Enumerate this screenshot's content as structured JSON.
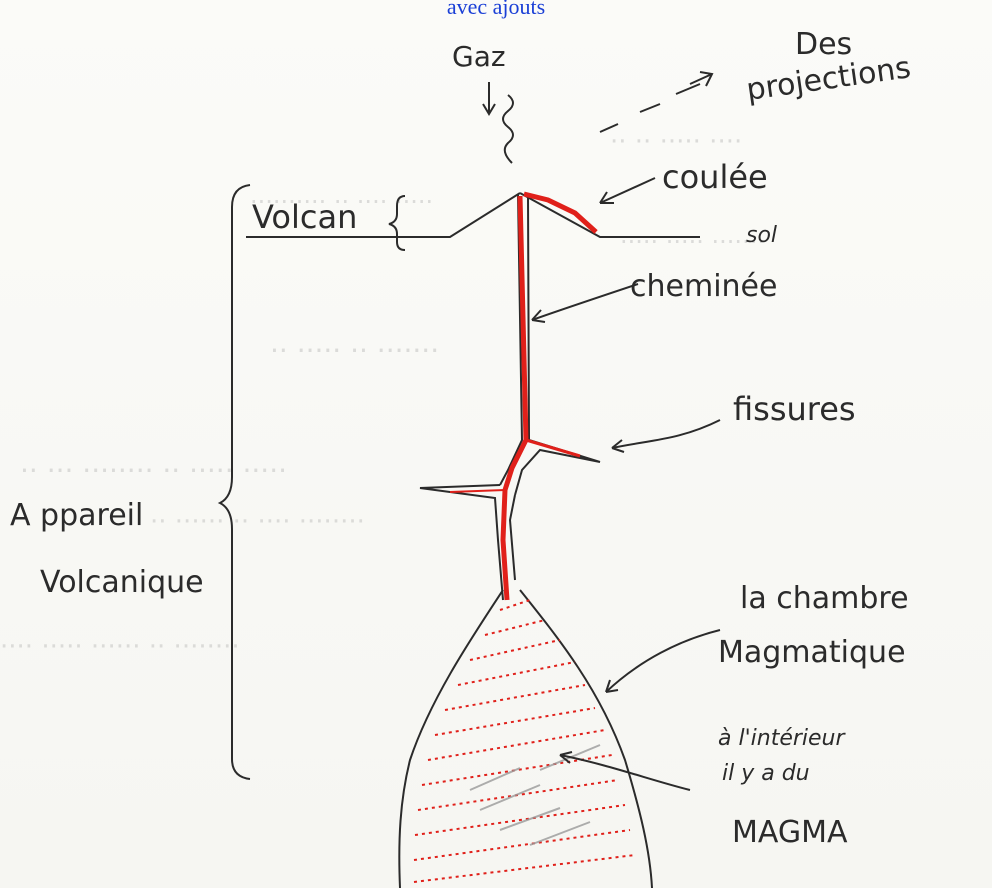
{
  "caption": "avec ajouts",
  "labels": {
    "gaz": "Gaz",
    "projections_1": "Des",
    "projections_2": "projections",
    "coulee": "coulée",
    "volcan": "Volcan",
    "sol": "sol",
    "cheminee": "cheminée",
    "fissures": "fissures",
    "appareil_1": "A ppareil",
    "appareil_2": "Volcanique",
    "chambre_1": "la chambre",
    "chambre_2": "Magmatique",
    "interieur_1": "à l'intérieur",
    "interieur_2": "il y a du",
    "magma": "MAGMA"
  },
  "colors": {
    "ink": "#2b2b2b",
    "magma_red": "#e0201a",
    "caption_blue": "#1a3fd6",
    "gray_hatch": "#9a9a9a"
  }
}
